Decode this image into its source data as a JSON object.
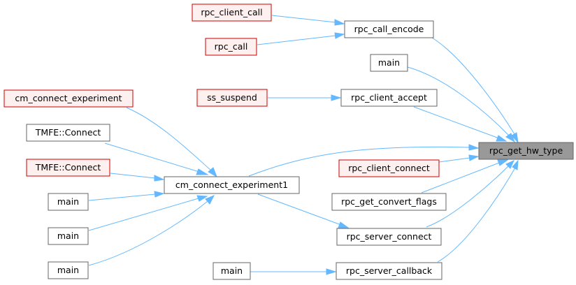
{
  "graph": {
    "focus_node": "rpc_get_hw_type",
    "colors": {
      "edge": "#63b8ff",
      "focus_fill": "#999999",
      "plain_border": "#666666",
      "link_border": "#cc0000",
      "link_fill": "#fff0f0"
    },
    "nodes": {
      "rpc_client_call": "rpc_client_call",
      "rpc_call": "rpc_call",
      "rpc_call_encode": "rpc_call_encode",
      "main_1": "main",
      "ss_suspend": "ss_suspend",
      "rpc_client_accept": "rpc_client_accept",
      "cm_connect_experiment": "cm_connect_experiment",
      "tmfe_connect_1": "TMFE::Connect",
      "tmfe_connect_2": "TMFE::Connect",
      "main_2": "main",
      "main_3": "main",
      "main_4": "main",
      "cm_connect_experiment1": "cm_connect_experiment1",
      "rpc_get_hw_type": "rpc_get_hw_type",
      "rpc_client_connect": "rpc_client_connect",
      "rpc_get_convert_flags": "rpc_get_convert_flags",
      "rpc_server_connect": "rpc_server_connect",
      "main_5": "main",
      "rpc_server_callback": "rpc_server_callback"
    },
    "edges": [
      {
        "from": "rpc_client_call",
        "to": "rpc_call_encode"
      },
      {
        "from": "rpc_call",
        "to": "rpc_call_encode"
      },
      {
        "from": "rpc_call_encode",
        "to": "rpc_get_hw_type"
      },
      {
        "from": "main_1",
        "to": "rpc_get_hw_type"
      },
      {
        "from": "ss_suspend",
        "to": "rpc_client_accept"
      },
      {
        "from": "rpc_client_accept",
        "to": "rpc_get_hw_type"
      },
      {
        "from": "cm_connect_experiment",
        "to": "cm_connect_experiment1"
      },
      {
        "from": "tmfe_connect_1",
        "to": "cm_connect_experiment1"
      },
      {
        "from": "tmfe_connect_2",
        "to": "cm_connect_experiment1"
      },
      {
        "from": "main_2",
        "to": "cm_connect_experiment1"
      },
      {
        "from": "main_3",
        "to": "cm_connect_experiment1"
      },
      {
        "from": "main_4",
        "to": "cm_connect_experiment1"
      },
      {
        "from": "cm_connect_experiment1",
        "to": "rpc_get_hw_type"
      },
      {
        "from": "cm_connect_experiment1",
        "to": "rpc_server_connect"
      },
      {
        "from": "rpc_client_connect",
        "to": "rpc_get_hw_type"
      },
      {
        "from": "rpc_get_convert_flags",
        "to": "rpc_get_hw_type"
      },
      {
        "from": "rpc_server_connect",
        "to": "rpc_get_hw_type"
      },
      {
        "from": "main_5",
        "to": "rpc_server_callback"
      },
      {
        "from": "rpc_server_callback",
        "to": "rpc_get_hw_type"
      }
    ]
  }
}
